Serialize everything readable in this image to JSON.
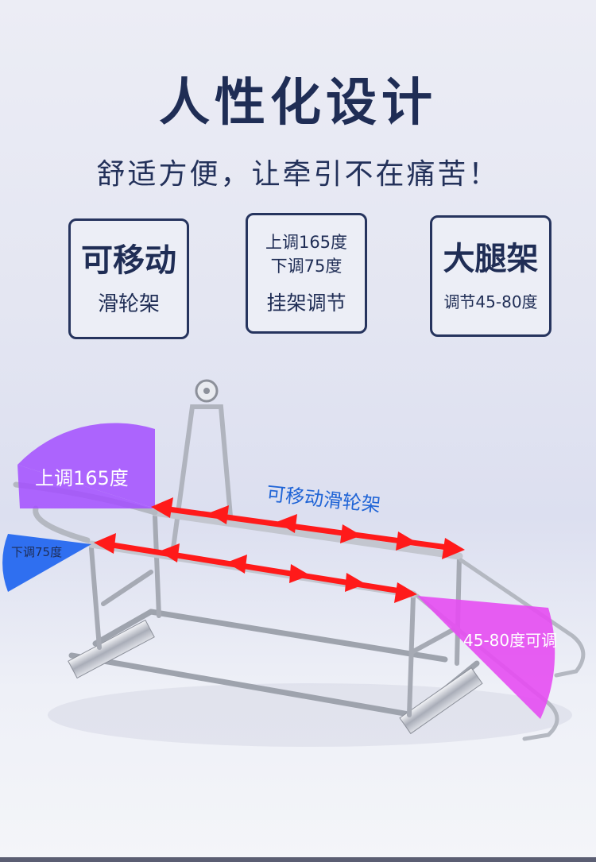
{
  "headline": "人性化设计",
  "subheadline": "舒适方便，让牵引不在痛苦！",
  "cards": [
    {
      "title": "可移动",
      "subtitle": "滑轮架"
    },
    {
      "line1": "上调165度",
      "line2": "下调75度",
      "subtitle": "挂架调节"
    },
    {
      "title": "大腿架",
      "subtitle": "调节45-80度"
    }
  ],
  "diagram": {
    "label_up": "上调165度",
    "label_down": "下调75度",
    "label_slide": "可移动滑轮架",
    "label_thigh": "45-80度可调"
  },
  "colors": {
    "text_dark": "#1f2d55",
    "arrow_red": "#ff1a1a",
    "purple": "#a34dff",
    "blue": "#2f6ff0",
    "magenta": "#e64df2",
    "label_blue": "#1f64d6"
  }
}
